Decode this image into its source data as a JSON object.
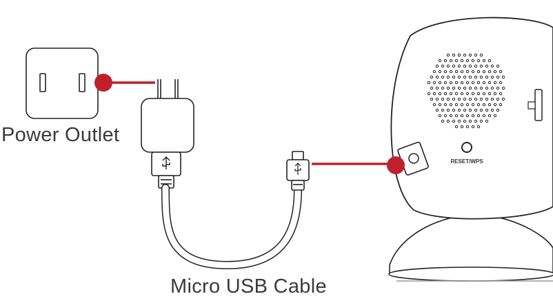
{
  "labels": {
    "power_outlet": "Power Outlet",
    "micro_usb_cable": "Micro USB Cable",
    "reset_button": "RESET/WPS"
  },
  "colors": {
    "connector_marker": "#c0202b",
    "line_art": "#222222",
    "label_text": "#3a3a3a"
  },
  "icons": [
    "power-outlet",
    "power-adapter",
    "usb-plug",
    "micro-usb-plug",
    "camera",
    "reset-button",
    "speaker-grille"
  ]
}
